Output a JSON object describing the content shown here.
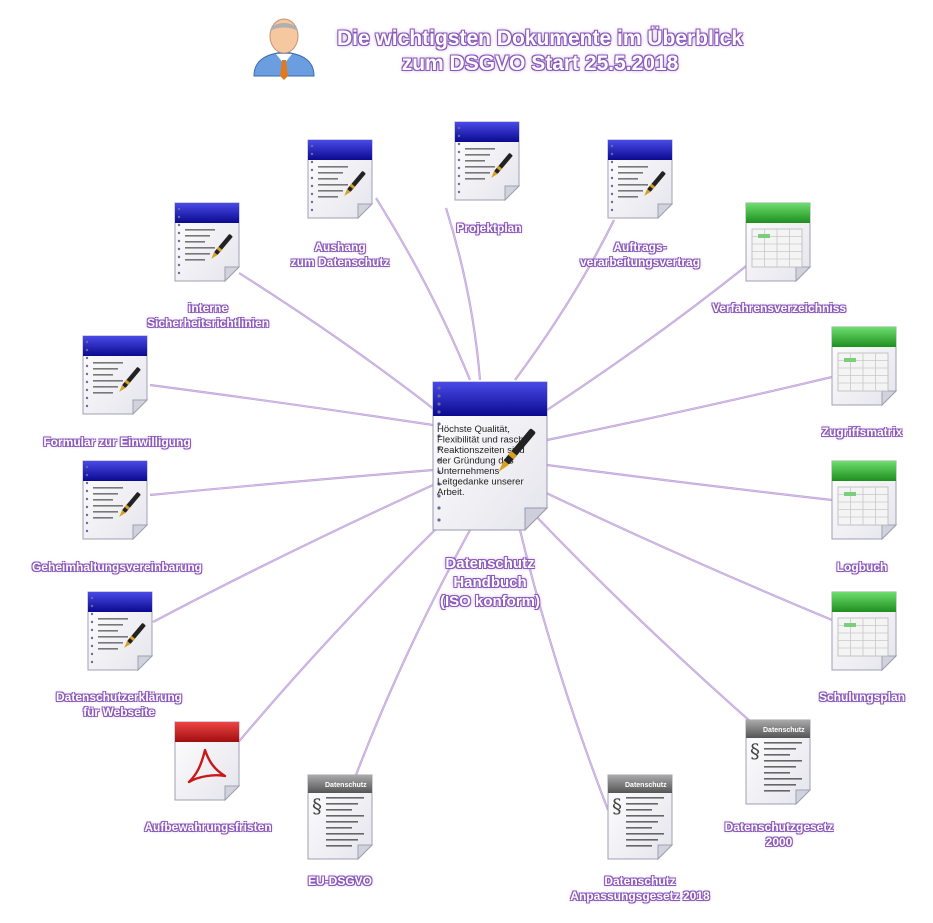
{
  "title": {
    "line1": "Die wichtigsten Dokumente im Überblick",
    "line2": "zum DSGVO Start 25.5.2018"
  },
  "center": {
    "line1": "Datenschutz",
    "line2": "Handbuch",
    "line3": "(ISO konform)",
    "doc_text": [
      "Höchste Qualität,",
      "Flexibilität und rasche",
      "Reaktionszeiten sind",
      "der Gründung des",
      "Unternehmens",
      "Leitgedanke unserer",
      "Arbeit."
    ]
  },
  "icons": {
    "person": "person-avatar-icon",
    "notepad": "notepad-pen-icon",
    "spreadsheet": "spreadsheet-icon",
    "pdf": "pdf-document-icon",
    "law": "law-paragraph-document-icon"
  },
  "law_doc_header": "Datenschutz",
  "colors": {
    "connector": "#8a58b8",
    "notepad_header": "#1a1ab8",
    "sheet_header": "#2ea82e",
    "pdf_header": "#c01818",
    "law_header": "#777777"
  },
  "nodes": [
    {
      "id": "aushang",
      "kind": "notepad",
      "lines": [
        "Aushang",
        "zum Datenschutz"
      ]
    },
    {
      "id": "projektplan",
      "kind": "notepad",
      "lines": [
        "Projektplan"
      ]
    },
    {
      "id": "auftragsverarbeitung",
      "kind": "notepad",
      "lines": [
        "Auftrags-",
        "verarbeitungsvertrag"
      ]
    },
    {
      "id": "interne",
      "kind": "notepad",
      "lines": [
        "interne",
        "Sicherheitsrichtlinien"
      ]
    },
    {
      "id": "formular",
      "kind": "notepad",
      "lines": [
        "Formular zur Einwilligung"
      ]
    },
    {
      "id": "geheimhaltung",
      "kind": "notepad",
      "lines": [
        "Geheimhaltungsvereinbarung"
      ]
    },
    {
      "id": "datenschutzerklaerung",
      "kind": "notepad",
      "lines": [
        "Datenschutzerklärung",
        "für Webseite"
      ]
    },
    {
      "id": "aufbewahrung",
      "kind": "pdf",
      "lines": [
        "Aufbewahrungsfristen"
      ]
    },
    {
      "id": "eudsgvo",
      "kind": "law",
      "lines": [
        "EU-DSGVO"
      ]
    },
    {
      "id": "anpassungsgesetz",
      "kind": "law",
      "lines": [
        "Datenschutz",
        "Anpassungsgesetz 2018"
      ]
    },
    {
      "id": "dsg2000",
      "kind": "law",
      "lines": [
        "Datenschutzgesetz",
        "2000"
      ]
    },
    {
      "id": "verfahren",
      "kind": "sheet",
      "lines": [
        "Verfahrensverzeichniss"
      ]
    },
    {
      "id": "zugriff",
      "kind": "sheet",
      "lines": [
        "Zugriffsmatrix"
      ]
    },
    {
      "id": "logbuch",
      "kind": "sheet",
      "lines": [
        "Logbuch"
      ]
    },
    {
      "id": "schulung",
      "kind": "sheet",
      "lines": [
        "Schulungsplan"
      ]
    }
  ]
}
